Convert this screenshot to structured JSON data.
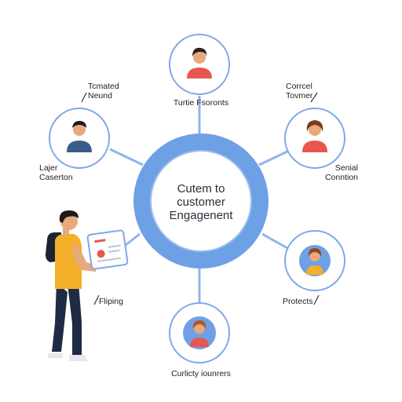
{
  "hub": {
    "lines": [
      "Cutem to",
      "customer",
      "Engagenent"
    ]
  },
  "nodes": {
    "top": {
      "label": [
        "Turtie Fsoronts"
      ]
    },
    "upper_left": {
      "callout": [
        "Tcmated",
        "Neund"
      ],
      "label": [
        "Lajer",
        "Caserton"
      ]
    },
    "upper_right": {
      "callout": [
        "Corrcel",
        "Tovmer"
      ],
      "label": [
        "Senial",
        "Conntion"
      ]
    },
    "lower_right": {
      "label": [
        "Protects"
      ]
    },
    "bottom": {
      "label": [
        "Curlicty iounrers"
      ]
    },
    "left_person": {
      "label": [
        "Fliping"
      ]
    }
  },
  "colors": {
    "ring": "#6ea0e6",
    "ring_inner_stroke": "#9dbff0",
    "connector": "#8fb4ea",
    "node_border": "#7fa8e8",
    "skin": "#e8a97c",
    "shirt_yellow": "#f4b02b",
    "pants_navy": "#1f2a44"
  },
  "icons": [
    "person-avatar-icon",
    "tablet-icon",
    "backpack-icon"
  ]
}
